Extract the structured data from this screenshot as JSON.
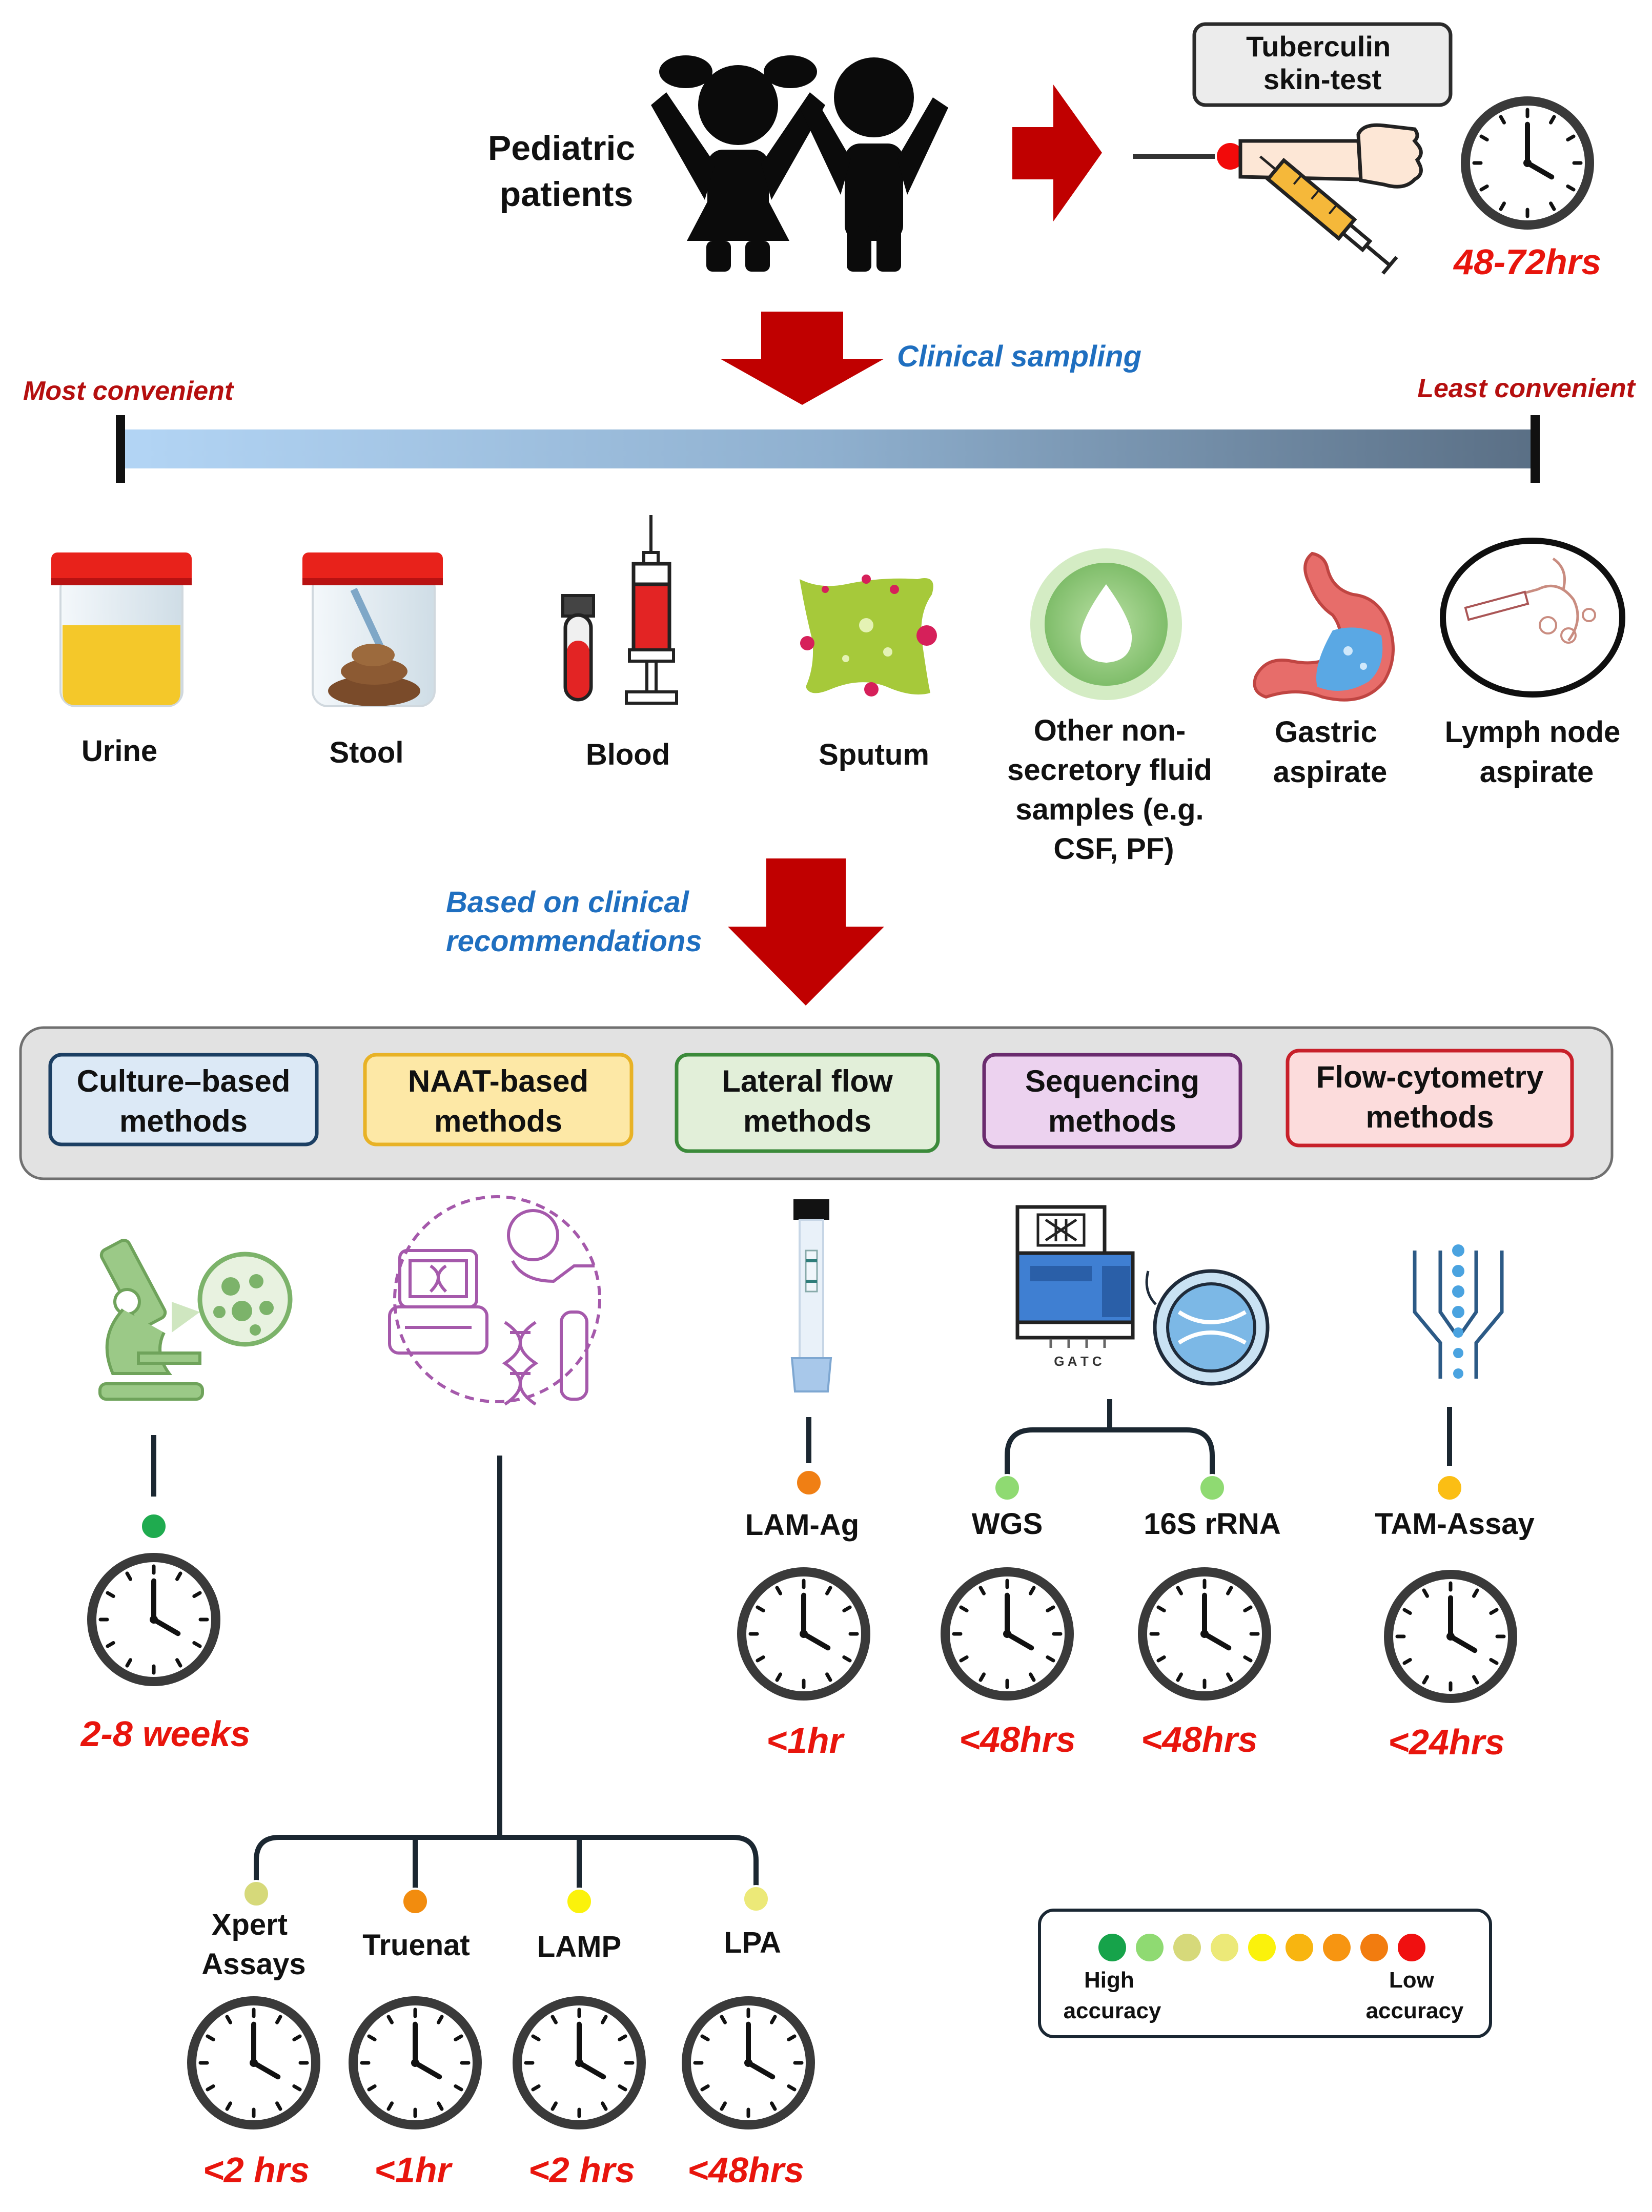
{
  "header": {
    "patients_label": [
      "Pediatric",
      "patients"
    ],
    "tst_label": [
      "Tuberculin",
      "skin-test"
    ],
    "tst_time": "48-72hrs"
  },
  "sampling": {
    "title": "Clinical sampling",
    "left_label": "Most convenient",
    "right_label": "Least convenient",
    "samples": [
      {
        "icon": "urine-cup-icon",
        "label": [
          "Urine"
        ]
      },
      {
        "icon": "stool-cup-icon",
        "label": [
          "Stool"
        ]
      },
      {
        "icon": "blood-syringe-icon",
        "label": [
          "Blood"
        ]
      },
      {
        "icon": "sputum-icon",
        "label": [
          "Sputum"
        ]
      },
      {
        "icon": "fluid-drop-icon",
        "label": [
          "Other non-",
          "secretory fluid",
          "samples (e.g.",
          "CSF, PF)"
        ]
      },
      {
        "icon": "stomach-icon",
        "label": [
          "Gastric",
          "aspirate"
        ]
      },
      {
        "icon": "lymph-node-icon",
        "label": [
          "Lymph node",
          "aspirate"
        ]
      }
    ]
  },
  "recommendation": {
    "label": [
      "Based on clinical",
      "recommendations"
    ]
  },
  "categories": [
    {
      "label": [
        "Culture–based",
        "methods"
      ],
      "fill": "#dce9f6",
      "stroke": "#1c3f63"
    },
    {
      "label": [
        "NAAT-based",
        "methods"
      ],
      "fill": "#fde8a6",
      "stroke": "#e8b226"
    },
    {
      "label": [
        "Lateral flow",
        "methods"
      ],
      "fill": "#e2efd9",
      "stroke": "#3b8a3a"
    },
    {
      "label": [
        "Sequencing",
        "methods"
      ],
      "fill": "#ecd2ef",
      "stroke": "#6a2b6e"
    },
    {
      "label": [
        "Flow-cytometry",
        "methods"
      ],
      "fill": "#fcdcdc",
      "stroke": "#c8202a"
    }
  ],
  "methods": {
    "culture": {
      "icon": "microscope-icon",
      "time": "2-8 weeks",
      "accuracy_color": "#1fab4f"
    },
    "naat": {
      "icon": "lab-collage-icon",
      "items": [
        {
          "name": [
            "Xpert",
            "Assays"
          ],
          "time": "<2 hrs",
          "accuracy_color": "#d6d97a"
        },
        {
          "name": [
            "Truenat"
          ],
          "time": "<1hr",
          "accuracy_color": "#f28c0e"
        },
        {
          "name": [
            "LAMP"
          ],
          "time": "<2 hrs",
          "accuracy_color": "#fbf20b"
        },
        {
          "name": [
            "LPA"
          ],
          "time": "<48hrs",
          "accuracy_color": "#ece978"
        }
      ]
    },
    "lateral_flow": {
      "icon": "test-strip-icon",
      "name": "LAM-Ag",
      "time": "<1hr",
      "accuracy_color": "#f07f14"
    },
    "sequencing": {
      "icon": "sequencer-icon",
      "sequencer_text": "G A T C",
      "items": [
        {
          "name": "WGS",
          "time": "<48hrs",
          "accuracy_color": "#8fda72"
        },
        {
          "name": "16S rRNA",
          "time": "<48hrs",
          "accuracy_color": "#8fda72"
        }
      ]
    },
    "flow_cytometry": {
      "icon": "flow-cell-icon",
      "name": "TAM-Assay",
      "time": "<24hrs",
      "accuracy_color": "#fbbe14"
    }
  },
  "legend": {
    "colors": [
      "#16a34a",
      "#8fda72",
      "#d6d97a",
      "#ece978",
      "#fbf20b",
      "#f8b510",
      "#f79511",
      "#f27c0f",
      "#f01010"
    ],
    "high_label": [
      "High",
      "accuracy"
    ],
    "low_label": [
      "Low",
      "accuracy"
    ]
  },
  "colors": {
    "arrow_red": "#c00000",
    "time_red": "#e8150d",
    "note_blue": "#1f6fc0",
    "note_red": "#b50f0f"
  }
}
